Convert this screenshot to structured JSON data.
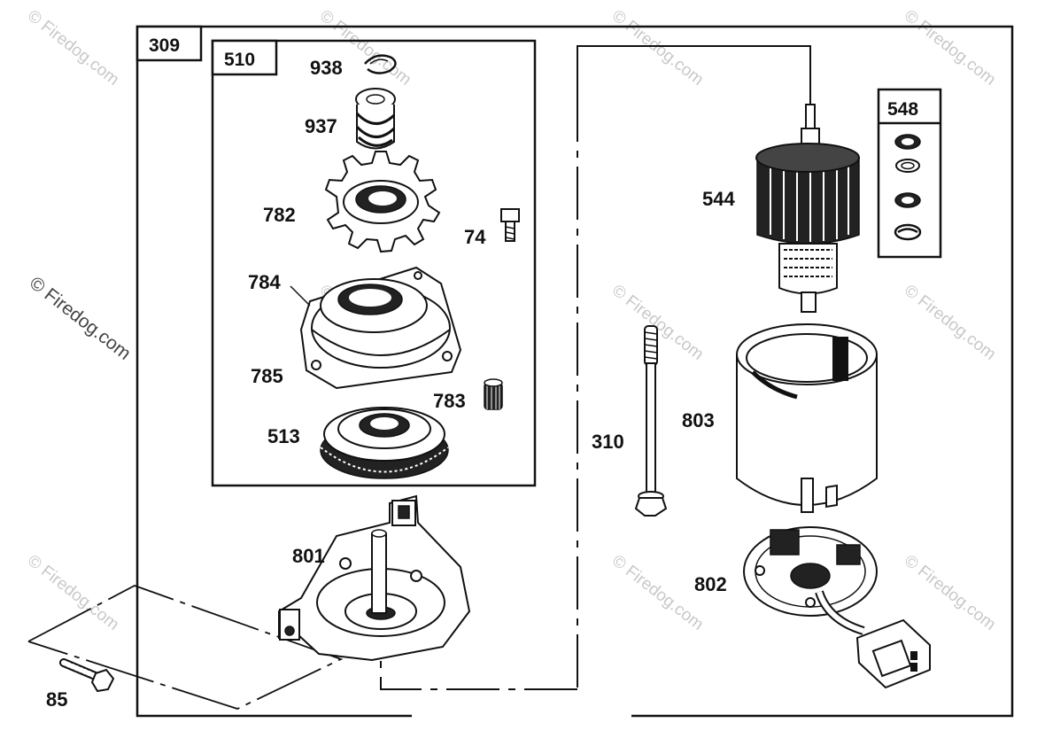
{
  "boxes": {
    "outer": "309",
    "gear_kit": "510",
    "washer_kit": "548"
  },
  "labels": {
    "p938": "938",
    "p937": "937",
    "p782": "782",
    "p74": "74",
    "p784": "784",
    "p785": "785",
    "p783": "783",
    "p513": "513",
    "p801": "801",
    "p85": "85",
    "p544": "544",
    "p310": "310",
    "p803": "803",
    "p802": "802"
  },
  "watermark": {
    "text": "© Firedog.com"
  }
}
